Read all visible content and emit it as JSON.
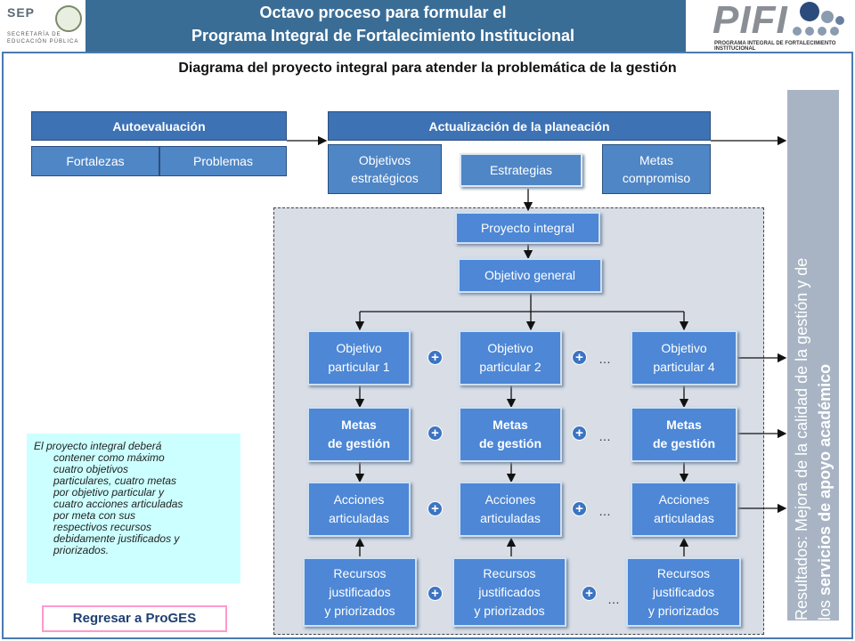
{
  "header": {
    "title_line1": "Octavo proceso para formular el",
    "title_line2": "Programa Integral de Fortalecimiento Institucional",
    "sep_logo_text": "SEP",
    "sep_sub1": "SECRETARÍA DE",
    "sep_sub2": "EDUCACIÓN PÚBLICA",
    "pifi_logo_text": "PIFI",
    "pifi_sub": "PROGRAMA INTEGRAL DE FORTALECIMIENTO INSTITUCIONAL"
  },
  "diagram_title": "Diagrama del proyecto integral para atender la problemática de la gestión",
  "autoevaluacion": {
    "title": "Autoevaluación",
    "left": "Fortalezas",
    "right": "Problemas"
  },
  "planeacion": {
    "title": "Actualización de la planeación",
    "objetivos": [
      "Objetivos",
      "estratégicos"
    ],
    "estrategias": "Estrategias",
    "metas": [
      "Metas",
      "compromiso"
    ]
  },
  "proyecto_integral": "Proyecto integral",
  "objetivo_general": "Objetivo general",
  "columns": [
    {
      "objetivo": [
        "Objetivo",
        "particular 1"
      ],
      "metas": [
        "Metas",
        "de gestión"
      ],
      "acciones": [
        "Acciones",
        "articuladas"
      ],
      "recursos": [
        "Recursos",
        "justificados",
        "y priorizados"
      ]
    },
    {
      "objetivo": [
        "Objetivo",
        "particular 2"
      ],
      "metas": [
        "Metas",
        "de gestión"
      ],
      "acciones": [
        "Acciones",
        "articuladas"
      ],
      "recursos": [
        "Recursos",
        "justificados",
        "y priorizados"
      ]
    },
    {
      "objetivo": [
        "Objetivo",
        "particular 4"
      ],
      "metas": [
        "Metas",
        "de gestión"
      ],
      "acciones": [
        "Acciones",
        "articuladas"
      ],
      "recursos": [
        "Recursos",
        "justificados",
        "y priorizados"
      ]
    }
  ],
  "plus_symbol": "+",
  "ellipsis": "…",
  "note": {
    "lines": [
      "El proyecto integral deberá",
      "contener como máximo",
      "cuatro objetivos",
      "particulares, cuatro metas",
      "por objetivo particular y",
      "cuatro acciones articuladas",
      "por meta con sus",
      "respectivos recursos",
      "debidamente justificados y",
      "priorizados."
    ]
  },
  "back_button": "Regresar a ProGES",
  "results": {
    "line1": "Resultados: Mejora de la calidad de la gestión y de",
    "line2_normal": "los ",
    "line2_bold": "servicios de apoyo académico"
  },
  "colors": {
    "header_bg": "#3a6d96",
    "box_blue": "#4d87d6",
    "shade": "#d8dde6",
    "note_bg": "#ccffff",
    "results_bg": "#a8b4c4"
  }
}
